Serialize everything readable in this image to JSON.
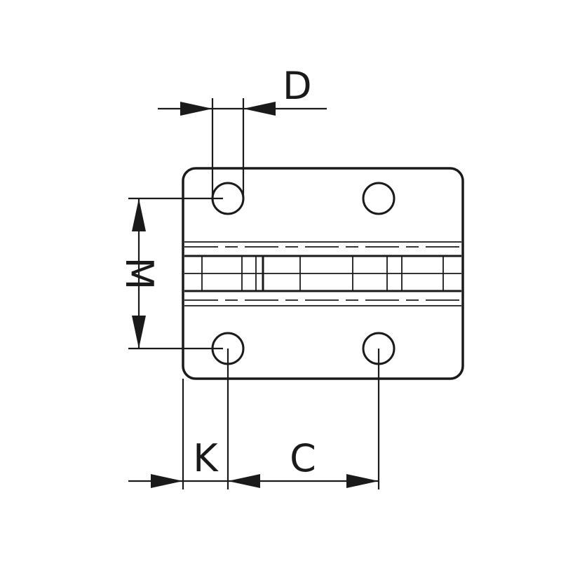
{
  "labels": {
    "d": "D",
    "m": "M",
    "k": "K",
    "c": "C"
  },
  "colors": {
    "line": "#1a1a1a",
    "background": "#ffffff"
  }
}
